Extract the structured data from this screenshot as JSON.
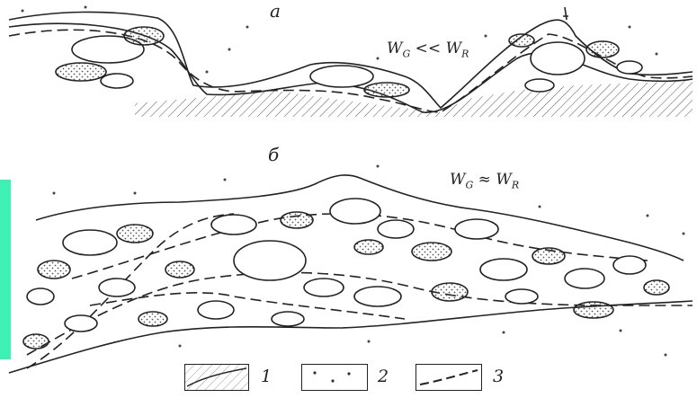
{
  "panels": {
    "a": {
      "letter": "а",
      "formula": {
        "w1": "W",
        "s1": "G",
        "op": " << ",
        "w2": "W",
        "s2": "R"
      }
    },
    "b": {
      "letter": "б",
      "formula": {
        "w1": "W",
        "s1": "G",
        "op": " ≈ ",
        "w2": "W",
        "s2": "R"
      }
    }
  },
  "legend": [
    {
      "num": "1",
      "meaning": "bedrock hatching"
    },
    {
      "num": "2",
      "meaning": "dotted fill"
    },
    {
      "num": "3",
      "meaning": "dashed boundary"
    }
  ],
  "colors": {
    "ink": "#222222",
    "accent": "#3ff0b4"
  }
}
